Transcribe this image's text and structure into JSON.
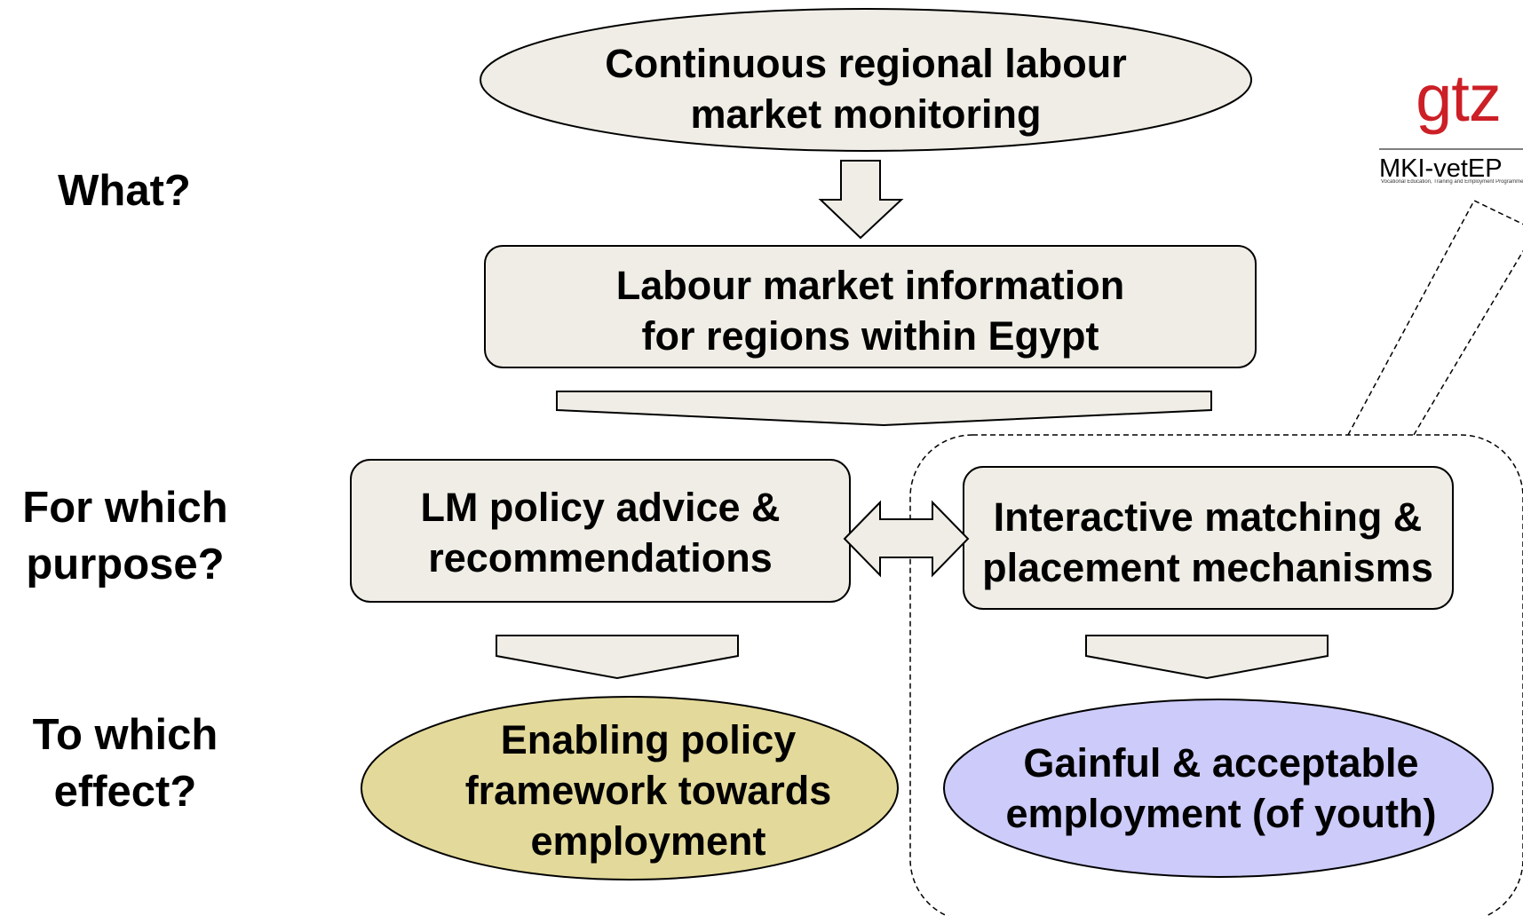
{
  "side_labels": {
    "what": "What?",
    "purpose": "For which\npurpose?",
    "effect": "To which\neffect?"
  },
  "nodes": {
    "monitoring": "Continuous regional labour\nmarket monitoring",
    "lm_information": "Labour market information\nfor regions within Egypt",
    "policy_advice": "LM policy advice &\nrecommendations",
    "matching": "Interactive matching &\nplacement mechanisms",
    "enabling_policy": "Enabling policy\nframework towards\nemployment",
    "gainful_employment": "Gainful & acceptable\nemployment (of youth)"
  },
  "logo": {
    "name": "gtz",
    "program": "MKI-vetEP",
    "program_full": "Vocational Education, Training and Employment Programme"
  },
  "colors": {
    "box_fill": "#efede5",
    "enabling_fill": "#e3d99a",
    "gainful_fill": "#cccbfa",
    "logo_red": "#cc1f26",
    "stroke": "#000000"
  }
}
